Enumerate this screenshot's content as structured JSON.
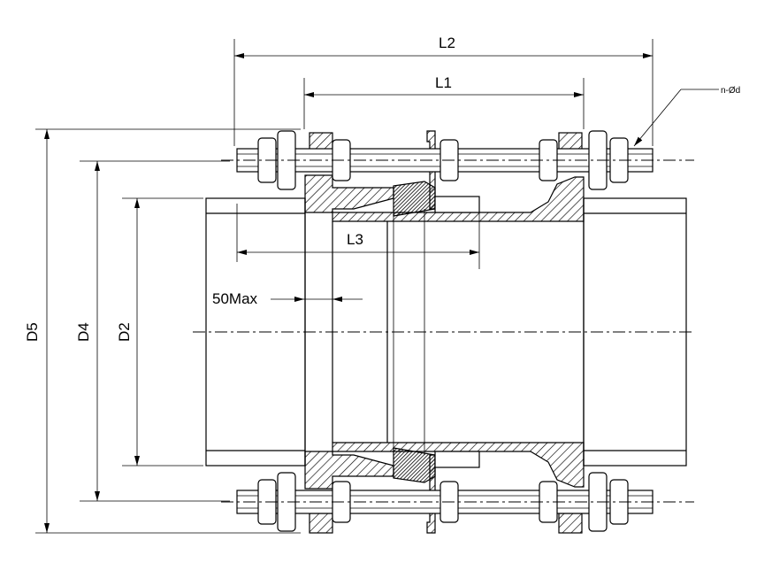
{
  "labels": {
    "L1": "L1",
    "L2": "L2",
    "L3": "L3",
    "D2": "D2",
    "D4": "D4",
    "D5": "D5",
    "max_gap": "50Max",
    "bolt_holes": "n-Ød"
  }
}
